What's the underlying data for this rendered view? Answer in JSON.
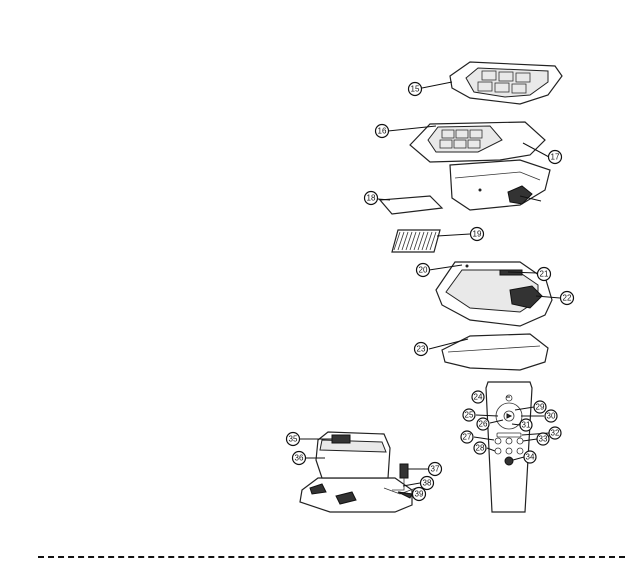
{
  "callouts": [
    {
      "id": "c15",
      "label": "15"
    },
    {
      "id": "c16",
      "label": "16"
    },
    {
      "id": "c17",
      "label": "17"
    },
    {
      "id": "c18",
      "label": "18"
    },
    {
      "id": "c19",
      "label": "19"
    },
    {
      "id": "c20",
      "label": "20"
    },
    {
      "id": "c21",
      "label": "21"
    },
    {
      "id": "c22",
      "label": "22"
    },
    {
      "id": "c23",
      "label": "23"
    },
    {
      "id": "c24",
      "label": "24"
    },
    {
      "id": "c25",
      "label": "25"
    },
    {
      "id": "c26",
      "label": "26"
    },
    {
      "id": "c27",
      "label": "27"
    },
    {
      "id": "c28",
      "label": "28"
    },
    {
      "id": "c29",
      "label": "29"
    },
    {
      "id": "c30",
      "label": "30"
    },
    {
      "id": "c31",
      "label": "31"
    },
    {
      "id": "c32",
      "label": "32"
    },
    {
      "id": "c33",
      "label": "33"
    },
    {
      "id": "c34",
      "label": "34"
    },
    {
      "id": "c35",
      "label": "35"
    },
    {
      "id": "c36",
      "label": "36"
    },
    {
      "id": "c37",
      "label": "37"
    },
    {
      "id": "c38",
      "label": "38"
    },
    {
      "id": "c39",
      "label": "39"
    }
  ]
}
